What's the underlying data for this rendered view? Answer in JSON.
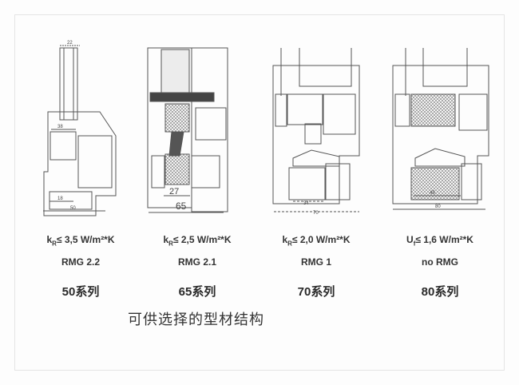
{
  "profiles": [
    {
      "k_symbol": "k",
      "k_sub": "R",
      "k_value": "≤ 3,5 W/m²*K",
      "rmg": "RMG 2.2",
      "series": "50系列",
      "dims": [
        "22",
        "38",
        "18",
        "50"
      ]
    },
    {
      "k_symbol": "k",
      "k_sub": "R",
      "k_value": "≤ 2,5 W/m²*K",
      "rmg": "RMG 2.1",
      "series": "65系列",
      "dims": [
        "27",
        "65"
      ]
    },
    {
      "k_symbol": "k",
      "k_sub": "R",
      "k_value": "≤ 2,0 W/m²*K",
      "rmg": "RMG 1",
      "series": "70系列",
      "dims": [
        "34",
        "70"
      ]
    },
    {
      "k_symbol": "U",
      "k_sub": "f",
      "k_value": "≤ 1,6 W/m²*K",
      "rmg": "no RMG",
      "series": "80系列",
      "dims": [
        "45",
        "80"
      ]
    }
  ],
  "caption": "可供选择的型材结构"
}
